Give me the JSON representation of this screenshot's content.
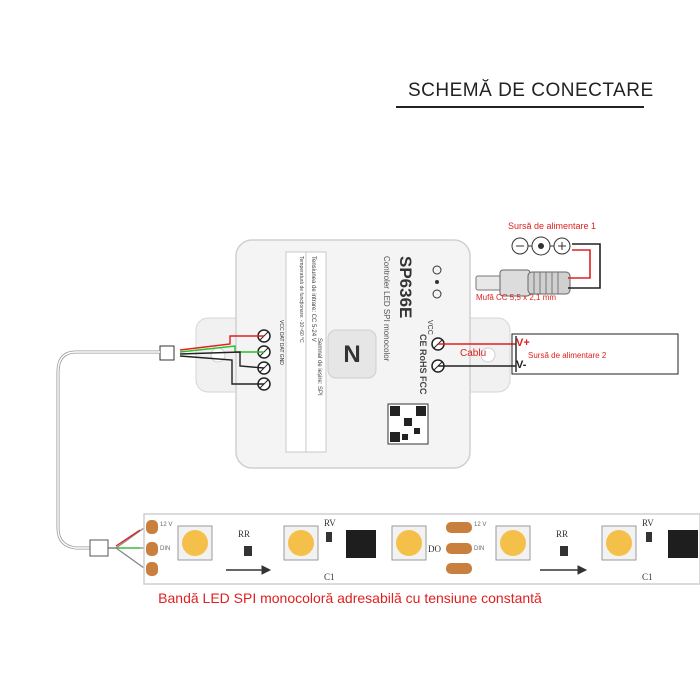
{
  "title": "SCHEMĂ DE CONECTARE",
  "controller": {
    "model": "SP636E",
    "subtitle": "Controler LED SPI monocolor",
    "spec_voltage": "Tensiunea de intrare: CC 5-24 V",
    "spec_temp": "Temperatură de funcționare: -10~60 °C",
    "spec_signal": "Semnal de ieșire: SPI",
    "logo_letter": "N",
    "vcc_label": "VCC",
    "out_label": "VCC DAT DAT GND",
    "certs": "CE RoHS FCC"
  },
  "power1": {
    "label": "Sursă de alimentare 1",
    "jack": "Mufă CC 5,5 x 2,1 mm"
  },
  "power2": {
    "label": "Sursă de alimentare 2",
    "vplus": "V+",
    "vminus": "V-",
    "cable": "Cablu"
  },
  "strip": {
    "caption": "Bandă LED SPI monocoloră adresabilă cu tensiune constantă",
    "pad_v": "12 V",
    "pad_din": "DIN",
    "marks": [
      "RR",
      "RV",
      "C1",
      "DO",
      "RR",
      "RV",
      "C1"
    ]
  },
  "colors": {
    "red": "#e02020",
    "green": "#2bbf2b",
    "led": "#f5c04a",
    "copper": "#c9803e"
  }
}
